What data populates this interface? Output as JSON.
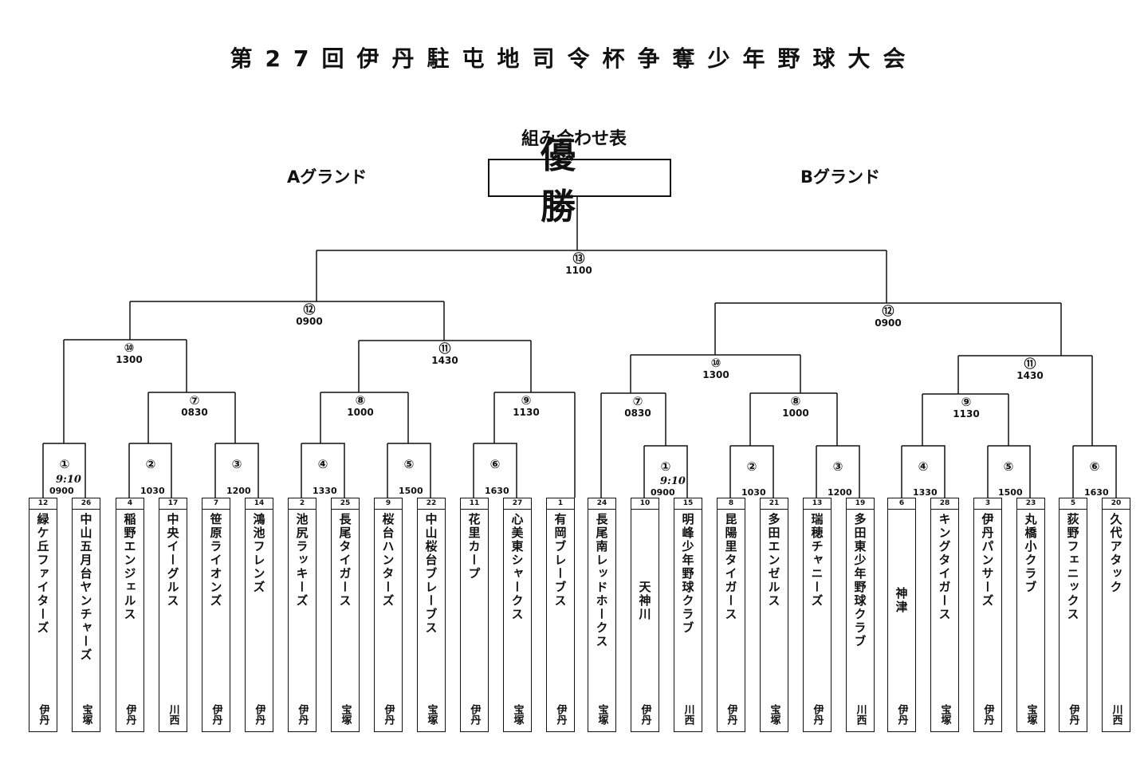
{
  "title": "第27回伊丹駐屯地司令杯争奪少年野球大会",
  "subtitle": "組み合わせ表",
  "champion": "優勝",
  "grounds": {
    "a": "Aグランド",
    "b": "Bグランド"
  },
  "handwritten_note": "9:10",
  "games": {
    "final": {
      "num": "⑬",
      "time": "1100"
    },
    "semi_a": {
      "num": "⑫",
      "time": "0900"
    },
    "semi_b": {
      "num": "⑫",
      "time": "0900"
    },
    "a10": {
      "num": "⑩",
      "time": "1300"
    },
    "a11": {
      "num": "⑪",
      "time": "1430"
    },
    "a7": {
      "num": "⑦",
      "time": "0830"
    },
    "a8": {
      "num": "⑧",
      "time": "1000"
    },
    "a9": {
      "num": "⑨",
      "time": "1130"
    },
    "a1": {
      "num": "①",
      "time": "0900"
    },
    "a2": {
      "num": "②",
      "time": "1030"
    },
    "a3": {
      "num": "③",
      "time": "1200"
    },
    "a4": {
      "num": "④",
      "time": "1330"
    },
    "a5": {
      "num": "⑤",
      "time": "1500"
    },
    "a6": {
      "num": "⑥",
      "time": "1630"
    },
    "b10": {
      "num": "⑩",
      "time": "1300"
    },
    "b11": {
      "num": "⑪",
      "time": "1430"
    },
    "b7": {
      "num": "⑦",
      "time": "0830"
    },
    "b8": {
      "num": "⑧",
      "time": "1000"
    },
    "b9": {
      "num": "⑨",
      "time": "1130"
    },
    "b1": {
      "num": "①",
      "time": "0900"
    },
    "b2": {
      "num": "②",
      "time": "1030"
    },
    "b3": {
      "num": "③",
      "time": "1200"
    },
    "b4": {
      "num": "④",
      "time": "1330"
    },
    "b5": {
      "num": "⑤",
      "time": "1500"
    },
    "b6": {
      "num": "⑥",
      "time": "1630"
    }
  },
  "teams": [
    {
      "seed": "12",
      "name": "緑ケ丘ファイターズ",
      "city": "伊丹"
    },
    {
      "seed": "26",
      "name": "中山五月台ヤンチャーズ",
      "city": "宝塚"
    },
    {
      "seed": "4",
      "name": "稲野エンジェルス",
      "city": "伊丹"
    },
    {
      "seed": "17",
      "name": "中央イーグルス",
      "city": "川西"
    },
    {
      "seed": "7",
      "name": "笹原ライオンズ",
      "city": "伊丹"
    },
    {
      "seed": "14",
      "name": "鴻池フレンズ",
      "city": "伊丹"
    },
    {
      "seed": "2",
      "name": "池尻ラッキーズ",
      "city": "伊丹"
    },
    {
      "seed": "25",
      "name": "長尾タイガース",
      "city": "宝塚"
    },
    {
      "seed": "9",
      "name": "桜台ハンターズ",
      "city": "伊丹"
    },
    {
      "seed": "22",
      "name": "中山桜台ブレーブス",
      "city": "宝塚"
    },
    {
      "seed": "11",
      "name": "花里カープ",
      "city": "伊丹"
    },
    {
      "seed": "27",
      "name": "心美東シャークス",
      "city": "宝塚"
    },
    {
      "seed": "1",
      "name": "有岡ブレーブス",
      "city": "伊丹"
    },
    {
      "seed": "24",
      "name": "長尾南レッドホークス",
      "city": "宝塚"
    },
    {
      "seed": "10",
      "name": "天神川",
      "city": "伊丹"
    },
    {
      "seed": "15",
      "name": "明峰少年野球クラブ",
      "city": "川西"
    },
    {
      "seed": "8",
      "name": "昆陽里タイガース",
      "city": "伊丹"
    },
    {
      "seed": "21",
      "name": "多田エンゼルス",
      "city": "宝塚"
    },
    {
      "seed": "13",
      "name": "瑞穂チャニーズ",
      "city": "伊丹"
    },
    {
      "seed": "19",
      "name": "多田東少年野球クラブ",
      "city": "川西"
    },
    {
      "seed": "6",
      "name": "神津",
      "city": "伊丹"
    },
    {
      "seed": "28",
      "name": "キングタイガース",
      "city": "宝塚"
    },
    {
      "seed": "3",
      "name": "伊丹パンサーズ",
      "city": "伊丹"
    },
    {
      "seed": "23",
      "name": "丸橋小クラブ",
      "city": "宝塚"
    },
    {
      "seed": "5",
      "name": "荻野フェニックス",
      "city": "伊丹"
    },
    {
      "seed": "20",
      "name": "久代アタック",
      "city": "川西"
    }
  ]
}
